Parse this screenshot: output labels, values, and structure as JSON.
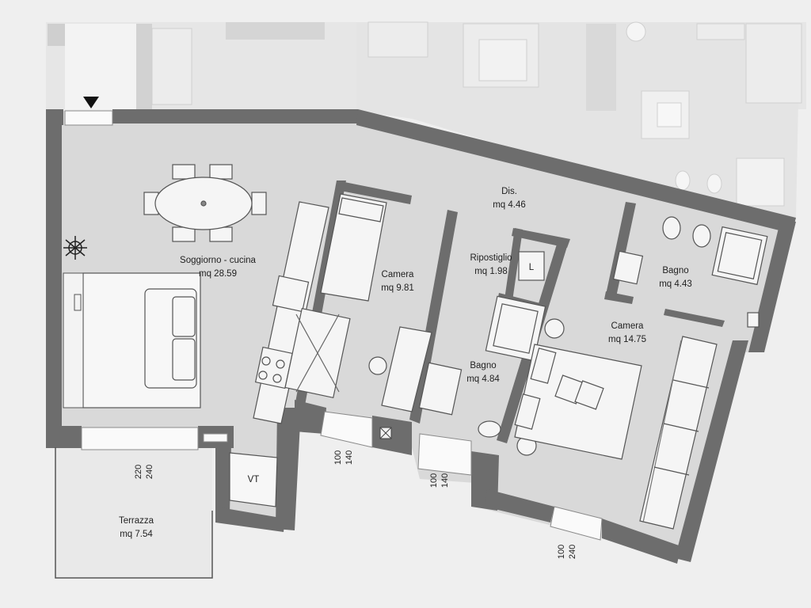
{
  "rooms": {
    "soggiorno": {
      "name": "Soggiorno - cucina",
      "area": "mq 28.59"
    },
    "camera1": {
      "name": "Camera",
      "area": "mq 9.81"
    },
    "dis": {
      "name": "Dis.",
      "area": "mq 4.46"
    },
    "ripostiglio": {
      "name": "Ripostiglio",
      "area": "mq 1.98"
    },
    "bagno1": {
      "name": "Bagno",
      "area": "mq 4.84"
    },
    "bagno2": {
      "name": "Bagno",
      "area": "mq 4.43"
    },
    "camera2": {
      "name": "Camera",
      "area": "mq 14.75"
    },
    "terrazza": {
      "name": "Terrazza",
      "area": "mq 7.54"
    }
  },
  "symbols": {
    "vt": "VT",
    "laundry": "L"
  },
  "openings": {
    "terrace_window": {
      "width": "220",
      "height": "240"
    },
    "camera_window": {
      "width": "100",
      "height": "140"
    },
    "bagno_window": {
      "width": "100",
      "height": "140"
    },
    "camera2_window": {
      "width": "100",
      "height": "240"
    }
  },
  "colors": {
    "wall": "#6d6d6d",
    "floor": "#d8d8d8",
    "background": "#efefef",
    "neighbor": "#e2e2e2"
  }
}
